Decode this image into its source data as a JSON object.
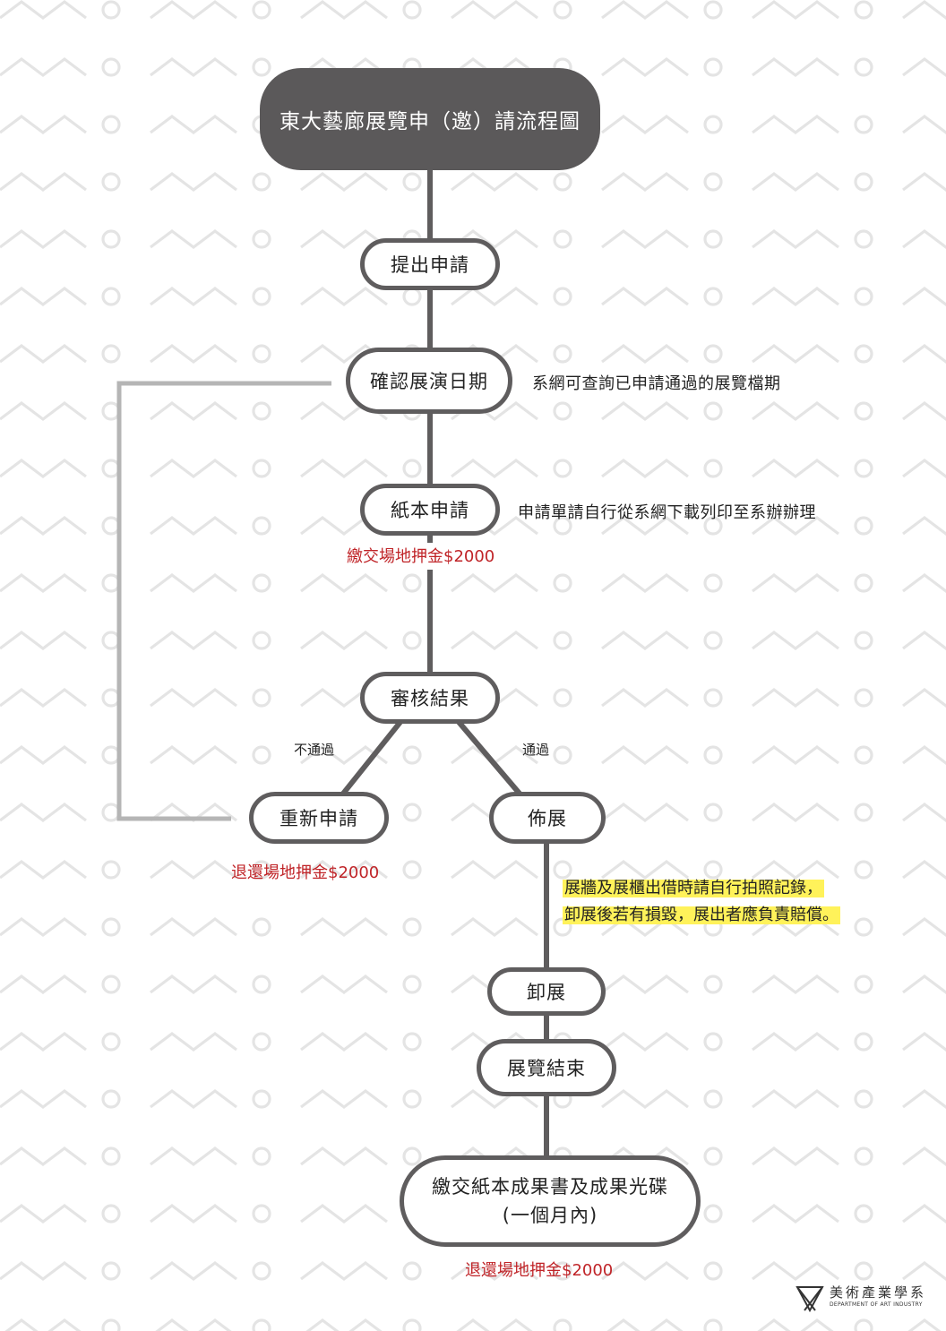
{
  "title": "東大藝廊展覽申（邀）請流程圖",
  "nodes": {
    "submit": "提出申請",
    "confirm_date": "確認展演日期",
    "paper_apply": "紙本申請",
    "review": "審核結果",
    "reapply": "重新申請",
    "install": "佈展",
    "uninstall": "卸展",
    "end": "展覽結束",
    "final_line1": "繳交紙本成果書及成果光碟",
    "final_line2": "(一個月內)"
  },
  "notes": {
    "confirm_date": "系網可查詢已申請通過的展覽檔期",
    "paper_apply": "申請單請自行從系網下載列印至系辦辦理"
  },
  "money": {
    "pay_deposit": "繳交場地押金$2000",
    "refund_reapply": "退還場地押金$2000",
    "refund_final": "退還場地押金$2000"
  },
  "branches": {
    "fail": "不通過",
    "pass": "通過"
  },
  "highlight": {
    "line1": "展牆及展櫃出借時請自行拍照記錄，",
    "line2": "卸展後若有損毀，展出者應負責賠償。"
  },
  "logo": {
    "name_cn": "美術產業學系",
    "name_en": "DEPARTMENT OF ART INDUSTRY"
  },
  "colors": {
    "node_border": "#5f5d5e",
    "title_fill": "#5b595a",
    "loop_line": "#b5b5b5",
    "money_text": "#c02428",
    "highlight": "#fff25a",
    "pattern": "#e5e5e5"
  }
}
